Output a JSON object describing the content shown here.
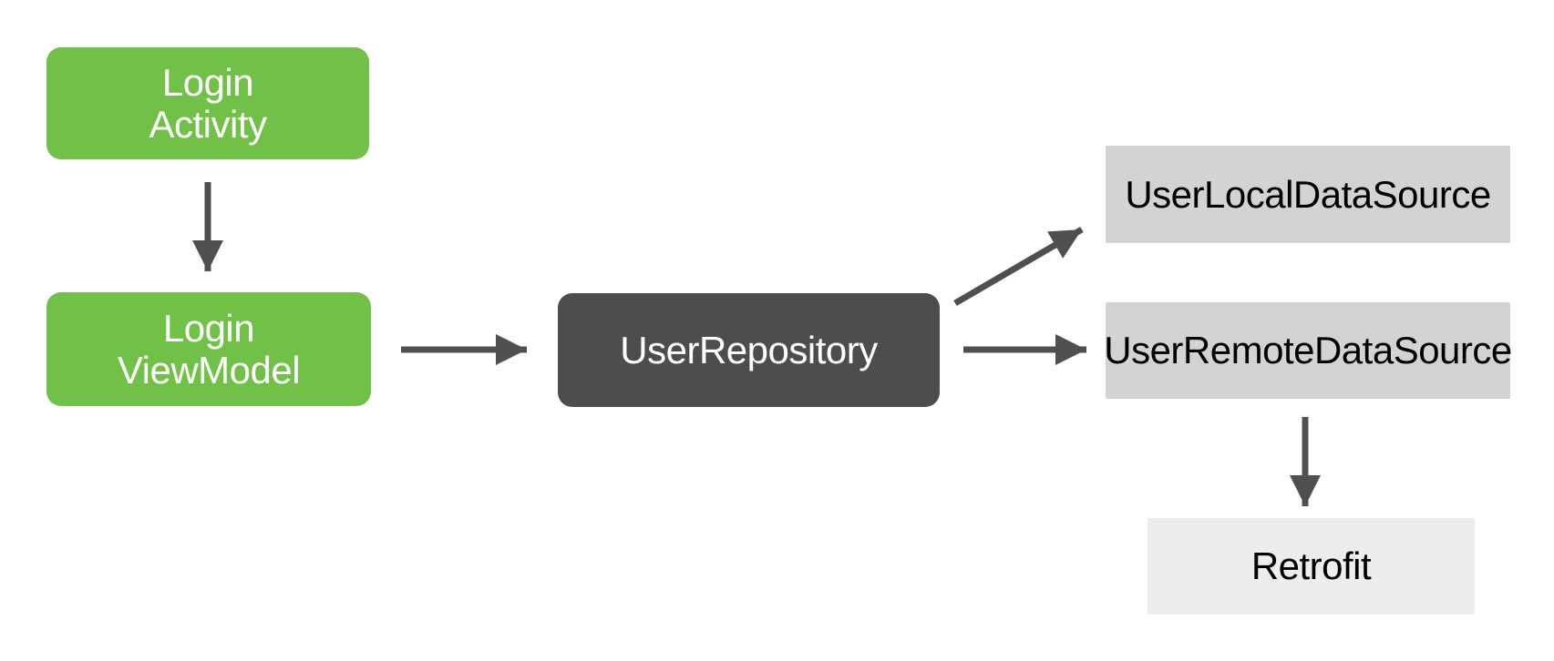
{
  "colors": {
    "bg": "#FFFFFF",
    "green": "#71C047",
    "dark": "#4D4D4D",
    "light-gray": "#D3D3D3",
    "lighter-gray": "#EDEDED",
    "arrow": "#4F4F4F",
    "text-on-color": "#FFFFFF",
    "text-on-gray": "#000000"
  },
  "diagram": {
    "nodes": {
      "login_activity": {
        "line1": "Login",
        "line2": "Activity"
      },
      "login_viewmodel": {
        "line1": "Login",
        "line2": "ViewModel"
      },
      "user_repository": {
        "label": "UserRepository"
      },
      "user_local_data_source": {
        "label": "UserLocalDataSource"
      },
      "user_remote_data_source": {
        "label": "UserRemoteDataSource"
      },
      "retrofit": {
        "label": "Retrofit"
      }
    },
    "edges": [
      {
        "from": "LoginActivity",
        "to": "LoginViewModel"
      },
      {
        "from": "LoginViewModel",
        "to": "UserRepository"
      },
      {
        "from": "UserRepository",
        "to": "UserLocalDataSource"
      },
      {
        "from": "UserRepository",
        "to": "UserRemoteDataSource"
      },
      {
        "from": "UserRemoteDataSource",
        "to": "Retrofit"
      }
    ]
  }
}
